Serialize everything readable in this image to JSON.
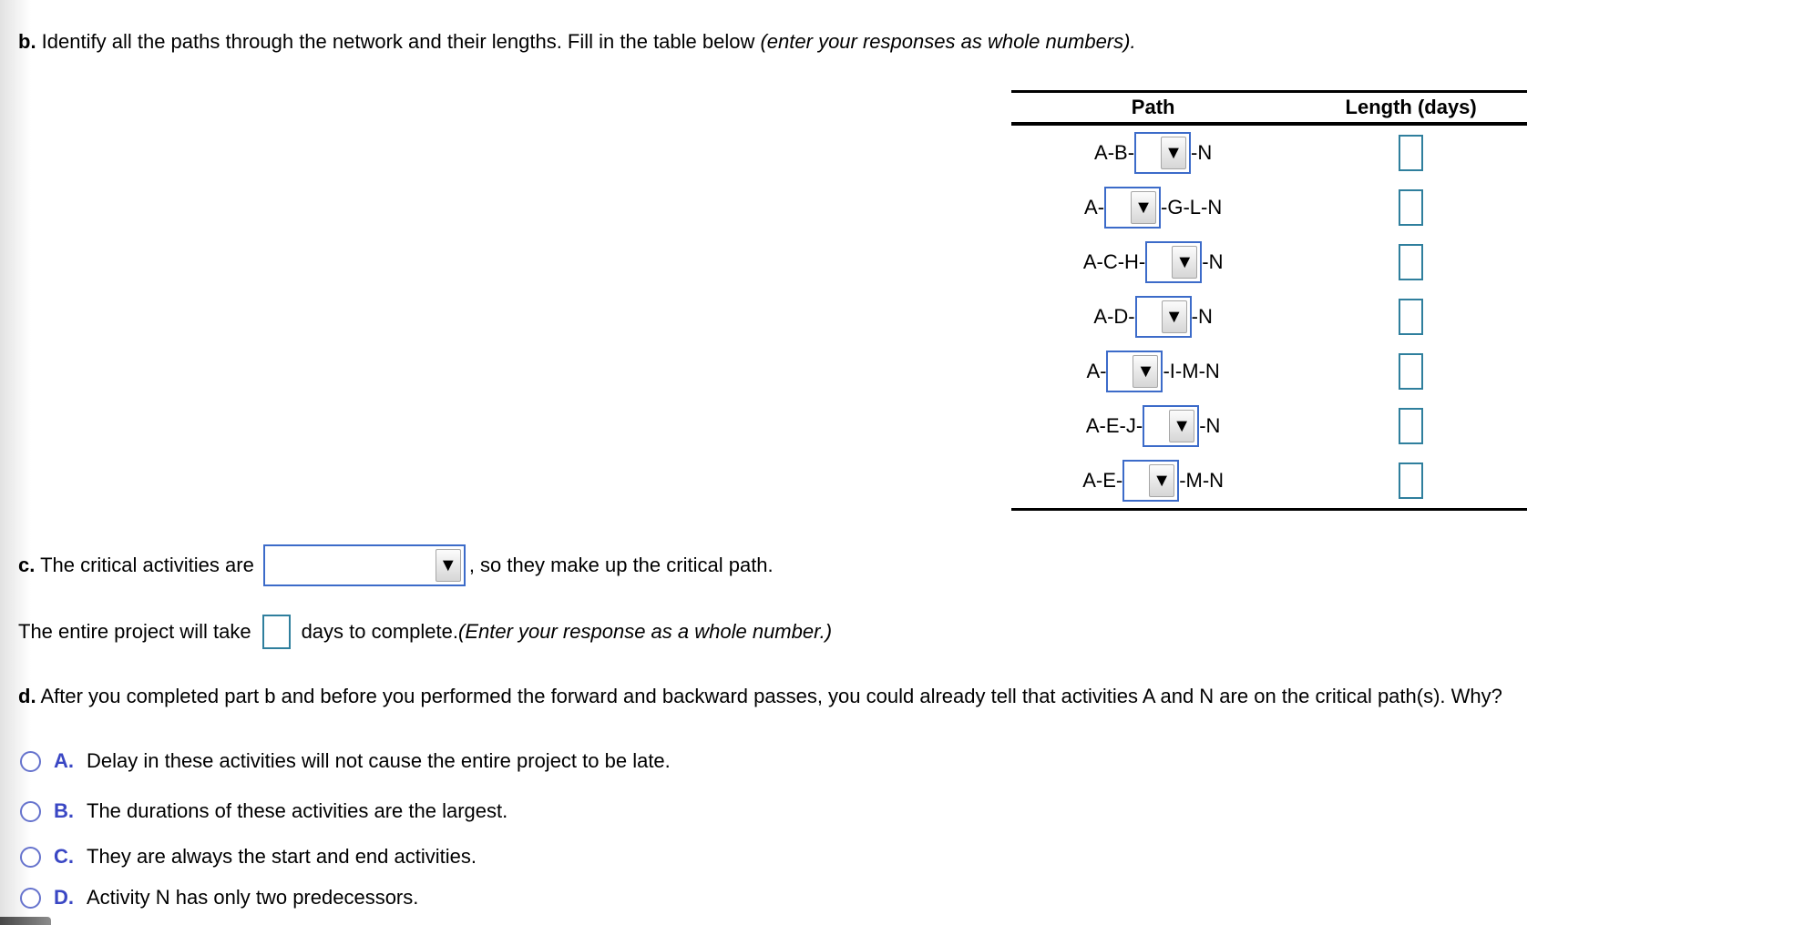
{
  "question_b": {
    "label": "b.",
    "text": " Identify all the paths through the network and their lengths. Fill in the table below ",
    "italic": "(enter your responses as whole numbers)."
  },
  "table": {
    "headers": {
      "path": "Path",
      "length": "Length (days)"
    },
    "rows": [
      {
        "prefix": "A-B-",
        "suffix": "-N"
      },
      {
        "prefix": "A-",
        "suffix": "-G-L-N"
      },
      {
        "prefix": "A-C-H-",
        "suffix": "-N"
      },
      {
        "prefix": "A-D-",
        "suffix": "-N"
      },
      {
        "prefix": "A-",
        "suffix": "-I-M-N"
      },
      {
        "prefix": "A-E-J-",
        "suffix": "-N"
      },
      {
        "prefix": "A-E-",
        "suffix": "-M-N"
      }
    ]
  },
  "question_c": {
    "label": "c.",
    "text_before": " The critical activities are",
    "text_after": ", so they make up the critical path.",
    "line2_before": "The entire project will take",
    "line2_after": "days to complete. ",
    "line2_italic": "(Enter your response as a whole number.)"
  },
  "question_d": {
    "label": "d.",
    "text": " After you completed part b and before you performed the forward and backward passes, you could already tell that activities A and N are on the critical path(s). Why?",
    "options": [
      {
        "letter": "A.",
        "text": "Delay in these activities will not cause the entire project to be late."
      },
      {
        "letter": "B.",
        "text": "The durations of these activities are the largest."
      },
      {
        "letter": "C.",
        "text": "They are always the start and end activities."
      },
      {
        "letter": "D.",
        "text": "Activity N has only two predecessors."
      }
    ]
  },
  "icons": {
    "dropdown_arrow": "▼"
  },
  "colors": {
    "dropdown_border": "#3c6bc9",
    "numeric_input_border": "#2f7f9d",
    "radio_border": "#6673cd",
    "option_letter": "#3a47c4"
  }
}
